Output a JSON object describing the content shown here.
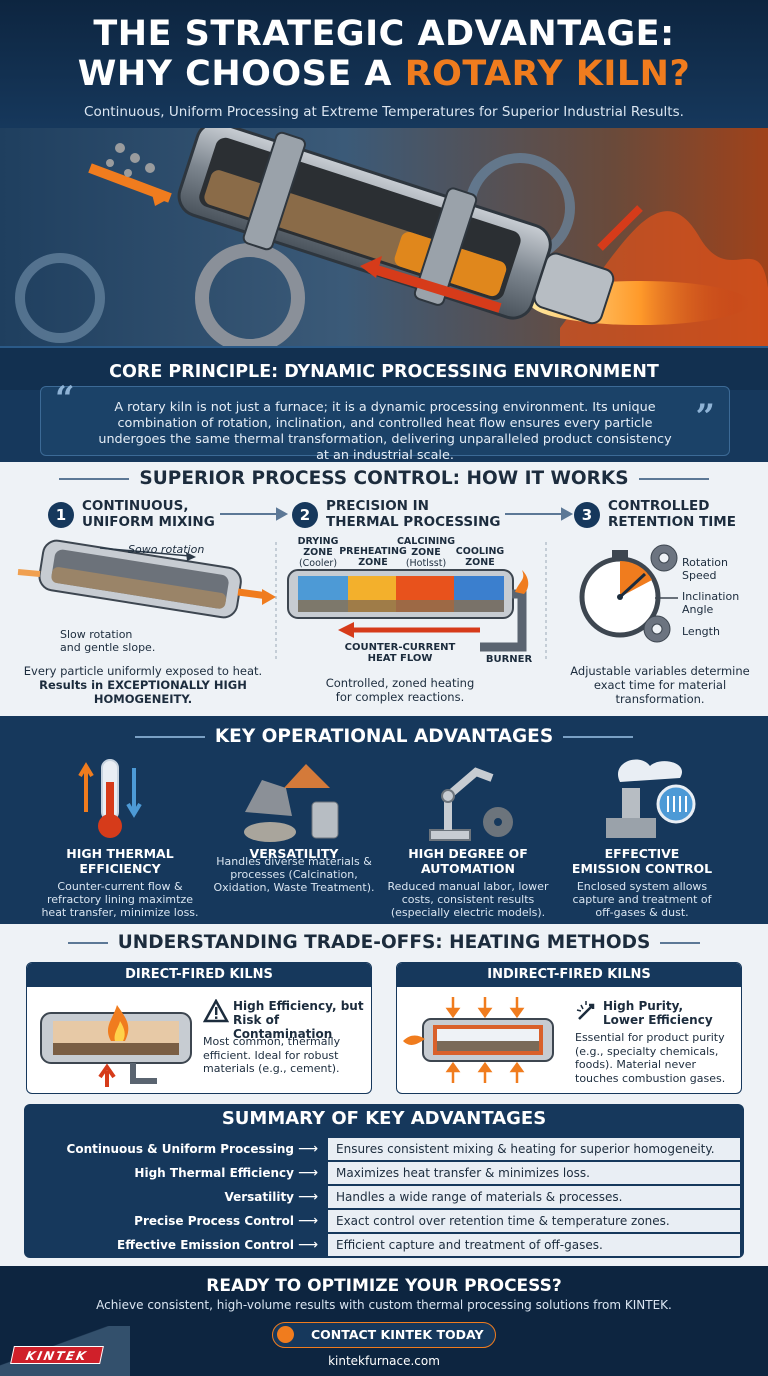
{
  "header": {
    "title_line1": "THE STRATEGIC ADVANTAGE:",
    "title_line2_pre": "WHY CHOOSE A ",
    "title_line2_accent": "ROTARY KILN?",
    "subtitle": "Continuous, Uniform Processing at Extreme Temperatures for Superior Industrial Results."
  },
  "core": {
    "heading": "CORE PRINCIPLE: DYNAMIC PROCESSING ENVIRONMENT",
    "quote": "A rotary kiln is not just a furnace; it is a dynamic processing environment. Its unique combination of rotation, inclination, and controlled heat flow ensures every particle undergoes the same thermal transformation, delivering unparalleled product consistency at an industrial scale."
  },
  "how": {
    "heading": "SUPERIOR PROCESS CONTROL: HOW IT WORKS",
    "steps": [
      {
        "num": "1",
        "title_l1": "CONTINUOUS,",
        "title_l2": "UNIFORM MIXING",
        "label_top": "Sowo rotation",
        "label_bottom_l1": "Slow rotation",
        "label_bottom_l2": "and gentle slope.",
        "desc_l1": "Every particle uniformly exposed to heat.",
        "desc_l2": "Results in EXCEPTIONALLY HIGH",
        "desc_l3": "HOMOGENEITY."
      },
      {
        "num": "2",
        "title_l1": "PRECISION IN",
        "title_l2": "THERMAL PROCESSING",
        "zone1_l1": "DRYING",
        "zone1_l2": "ZONE",
        "zone1_l3": "(Cooler)",
        "zone2_l1": "PREHEATING",
        "zone2_l2": "ZONE",
        "zone3_l1": "CALCINING",
        "zone3_l2": "ZONE",
        "zone3_l3": "(Hotlsst)",
        "zone4_l1": "COOLING",
        "zone4_l2": "ZONE",
        "flow_l1": "COUNTER-CURRENT",
        "flow_l2": "HEAT FLOW",
        "burner": "BURNER",
        "desc_l1": "Controlled, zoned heating",
        "desc_l2": "for complex reactions."
      },
      {
        "num": "3",
        "title_l1": "CONTROLLED",
        "title_l2": "RETENTION TIME",
        "var1_l1": "Rotation",
        "var1_l2": "Speed",
        "var2_l1": "Inclination",
        "var2_l2": "Angle",
        "var3": "Length",
        "desc_l1": "Adjustable variables determine",
        "desc_l2": "exact time for material",
        "desc_l3": "transformation."
      }
    ]
  },
  "advantages": {
    "heading": "KEY OPERATIONAL ADVANTAGES",
    "items": [
      {
        "h_l1": "HIGH THERMAL",
        "h_l2": "EFFICIENCY",
        "d_l1": "Counter-current flow &",
        "d_l2": "refractory lining maximtze",
        "d_l3": "heat transfer, minimize loss."
      },
      {
        "h_l1": "VERSATILITY",
        "h_l2": "",
        "d_l1": "Handles diverse materials &",
        "d_l2": "processes (Calcination,",
        "d_l3": "Oxidation, Waste Treatment)."
      },
      {
        "h_l1": "HIGH DEGREE OF",
        "h_l2": "AUTOMATION",
        "d_l1": "Reduced manual labor, lower",
        "d_l2": "costs, consistent results",
        "d_l3": "(especially electric models)."
      },
      {
        "h_l1": "EFFECTIVE",
        "h_l2": "EMISSION CONTROL",
        "d_l1": "Enclosed system allows",
        "d_l2": "capture and treatment of",
        "d_l3": "off-gases & dust."
      }
    ]
  },
  "tradeoffs": {
    "heading": "UNDERSTANDING TRADE-OFFS: HEATING METHODS",
    "direct": {
      "title": "DIRECT-FIRED KILNS",
      "sub_l1": "High Efficiency, but",
      "sub_l2": "Risk of Contamination",
      "d_l1": "Most common, thermally",
      "d_l2": "efficient. Ideal for robust",
      "d_l3": "materials (e.g., cement)."
    },
    "indirect": {
      "title": "INDIRECT-FIRED KILNS",
      "sub_l1": "High Purity,",
      "sub_l2": "Lower Efficiency",
      "d_l1": "Essential for product purity",
      "d_l2": "(e.g., specialty chemicals,",
      "d_l3": "foods). Material never",
      "d_l4": "touches combustion gases."
    }
  },
  "summary": {
    "title": "SUMMARY OF KEY ADVANTAGES",
    "rows": [
      {
        "label": "Continuous & Uniform Processing",
        "value": "Ensures consistent mixing & heating for superior homogeneity."
      },
      {
        "label": "High Thermal Efficiency",
        "value": "Maximizes heat transfer & minimizes loss."
      },
      {
        "label": "Versatility",
        "value": "Handles a wide range of materials & processes."
      },
      {
        "label": "Precise Process Control",
        "value": "Exact control over retention time & temperature zones."
      },
      {
        "label": "Effective Emission Control",
        "value": "Efficient capture and treatment of off-gases."
      }
    ],
    "arrow": "⟶"
  },
  "footer": {
    "heading": "READY TO OPTIMIZE YOUR PROCESS?",
    "desc": "Achieve consistent, high-volume results with custom thermal processing solutions from KINTEK.",
    "button": "CONTACT KINTEK TODAY",
    "url": "kintekfurnace.com",
    "logo": "KINTEK"
  },
  "colors": {
    "navy": "#16385c",
    "accent": "#f07c1e",
    "light": "#eef2f6"
  },
  "icons": [
    "quote-icon",
    "thermometer-icon",
    "rocks-pile-icon",
    "robot-arm-icon",
    "smokestack-icon",
    "warning-icon",
    "purity-icon",
    "phone-icon",
    "stopwatch-icon",
    "gear-icon",
    "burner-icon"
  ]
}
